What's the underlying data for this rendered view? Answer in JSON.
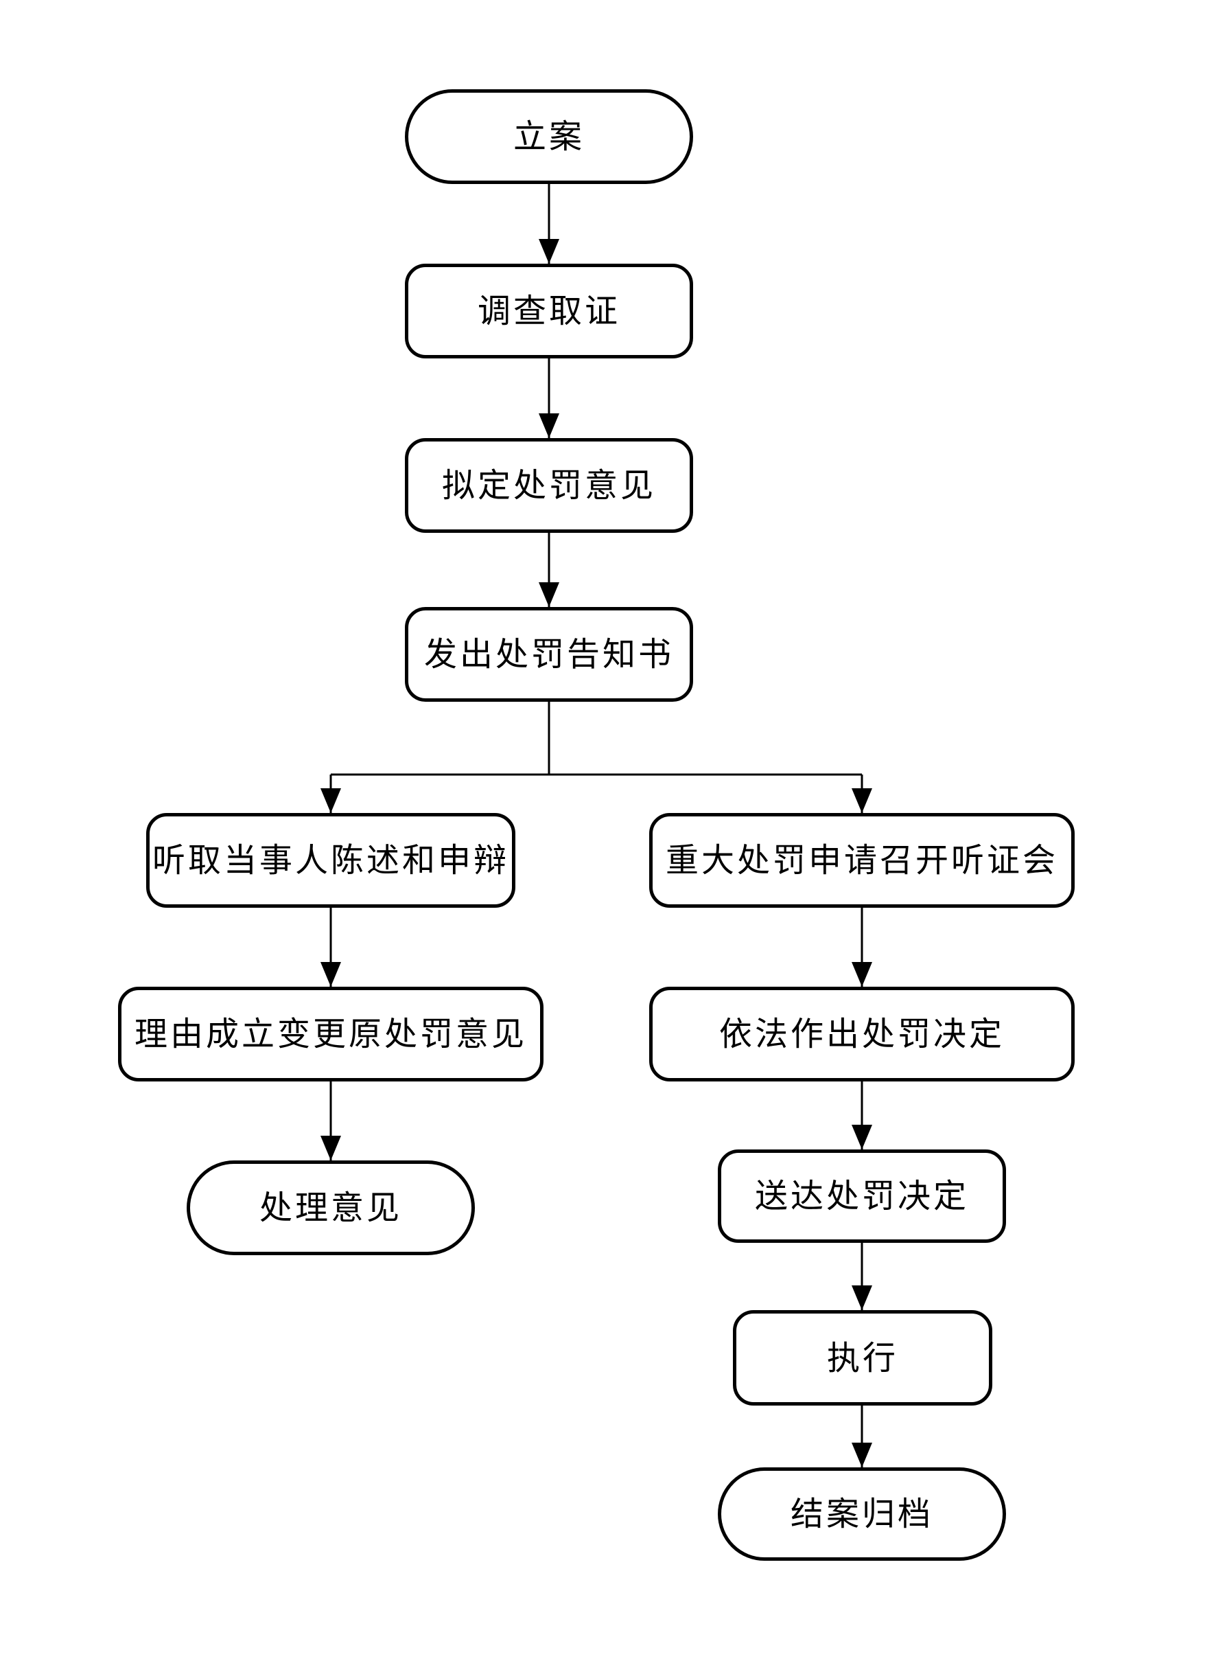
{
  "diagram": {
    "type": "flowchart",
    "background": "#ffffff",
    "stroke_color": "#000000",
    "text_color": "#000000",
    "nodes": [
      {
        "id": "li-an",
        "label": "立案",
        "shape": "stadium"
      },
      {
        "id": "diaocha-quzheng",
        "label": "调查取证",
        "shape": "rounded-rect"
      },
      {
        "id": "niding-chufa-yijian",
        "label": "拟定处罚意见",
        "shape": "rounded-rect"
      },
      {
        "id": "fachu-gaozhishu",
        "label": "发出处罚告知书",
        "shape": "rounded-rect"
      },
      {
        "id": "tingqu-chenshu",
        "label": "听取当事人陈述和申辩",
        "shape": "rounded-rect"
      },
      {
        "id": "biangeng-yijian",
        "label": "理由成立变更原处罚意见",
        "shape": "rounded-rect"
      },
      {
        "id": "chuli-yijian",
        "label": "处理意见",
        "shape": "stadium"
      },
      {
        "id": "zhaokai-tingzhenghui",
        "label": "重大处罚申请召开听证会",
        "shape": "rounded-rect"
      },
      {
        "id": "yifa-jueding",
        "label": "依法作出处罚决定",
        "shape": "rounded-rect"
      },
      {
        "id": "songda-jueding",
        "label": "送达处罚决定",
        "shape": "rounded-rect"
      },
      {
        "id": "zhixing",
        "label": "执行",
        "shape": "rounded-rect"
      },
      {
        "id": "jiean-guidang",
        "label": "结案归档",
        "shape": "stadium"
      }
    ],
    "edges": [
      {
        "from": "li-an",
        "to": "diaocha-quzheng"
      },
      {
        "from": "diaocha-quzheng",
        "to": "niding-chufa-yijian"
      },
      {
        "from": "niding-chufa-yijian",
        "to": "fachu-gaozhishu"
      },
      {
        "from": "fachu-gaozhishu",
        "to": "tingqu-chenshu"
      },
      {
        "from": "fachu-gaozhishu",
        "to": "zhaokai-tingzhenghui"
      },
      {
        "from": "tingqu-chenshu",
        "to": "biangeng-yijian"
      },
      {
        "from": "biangeng-yijian",
        "to": "chuli-yijian"
      },
      {
        "from": "zhaokai-tingzhenghui",
        "to": "yifa-jueding"
      },
      {
        "from": "yifa-jueding",
        "to": "songda-jueding"
      },
      {
        "from": "songda-jueding",
        "to": "zhixing"
      },
      {
        "from": "zhixing",
        "to": "jiean-guidang"
      }
    ]
  }
}
